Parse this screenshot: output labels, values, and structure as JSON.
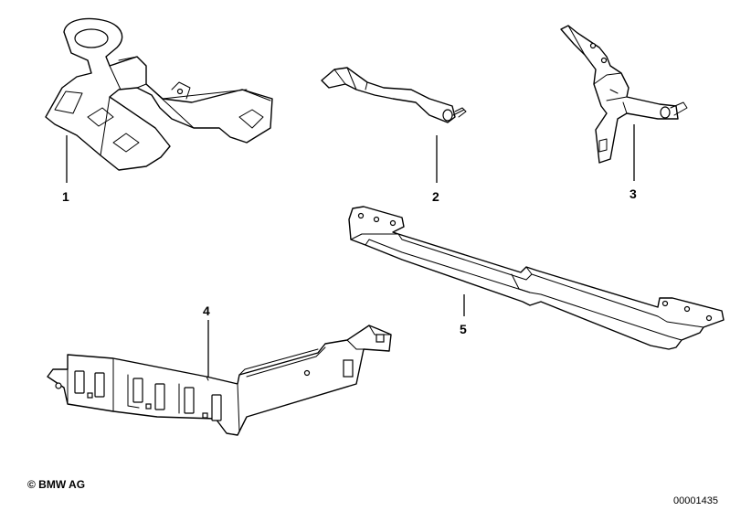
{
  "callouts": {
    "p1": "1",
    "p2": "2",
    "p3": "3",
    "p4": "4",
    "p5": "5"
  },
  "footer": {
    "copyright": "© BMW AG",
    "reference": "00001435"
  }
}
